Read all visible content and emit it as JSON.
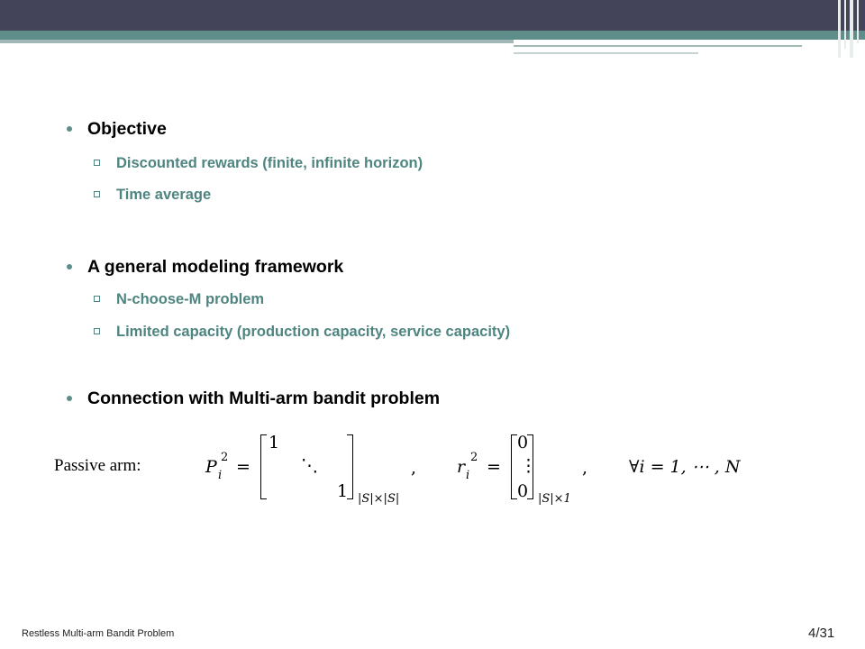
{
  "outline": [
    {
      "text": "Objective",
      "children": [
        "Discounted rewards (finite, infinite horizon)",
        "Time average"
      ]
    },
    {
      "text": "A general modeling framework",
      "children": [
        "N-choose-M problem",
        "Limited capacity (production capacity, service capacity)"
      ]
    },
    {
      "text": "Connection with Multi-arm bandit problem",
      "children": []
    }
  ],
  "equation": {
    "label": "Passive arm:",
    "P_lhs": "P",
    "P_sub": "i",
    "P_sup": "2",
    "equals": "=",
    "matrix_top": "1",
    "matrix_mid": "⋱",
    "matrix_bot": "1",
    "matrix_size": "|S|×|S|",
    "comma": ",",
    "r_lhs": "r",
    "r_sub": "i",
    "r_sup": "2",
    "vec_top": "0",
    "vec_mid": "⋮",
    "vec_bot": "0",
    "vec_size": "|S|×1",
    "quantifier": "∀i = 1, ⋯ , N"
  },
  "footer": {
    "title": "Restless Multi-arm Bandit Problem",
    "page": "4/31"
  }
}
